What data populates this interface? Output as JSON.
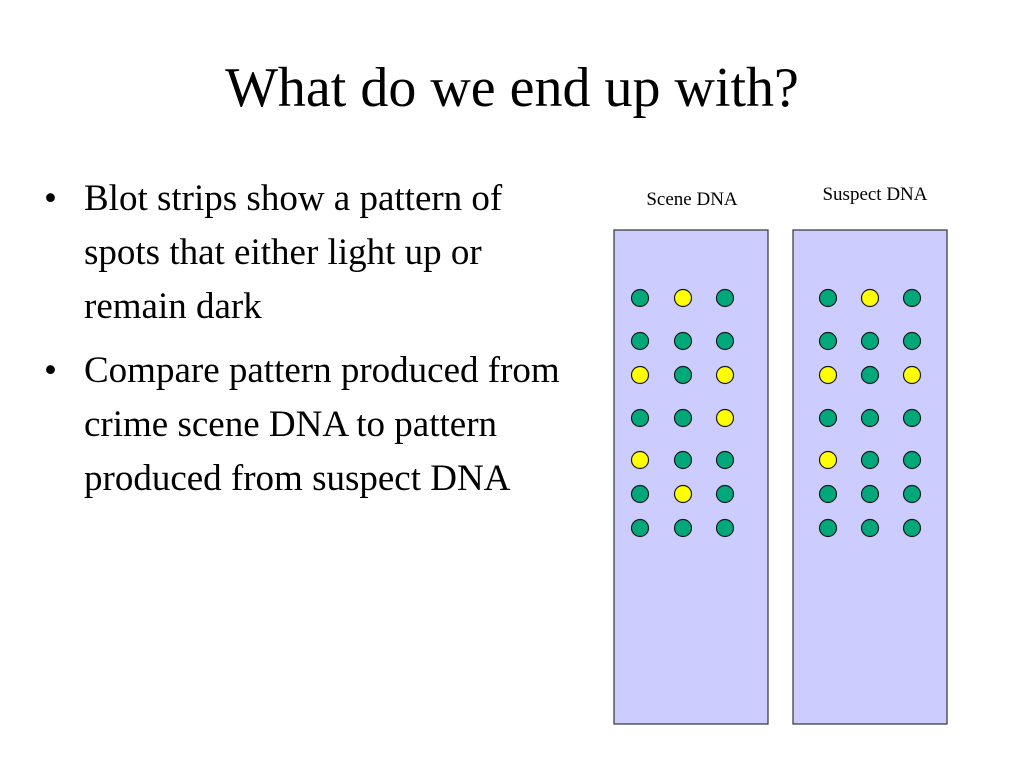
{
  "slide": {
    "title": "What do we end up with?",
    "bullets": [
      "Blot strips show a pattern of spots that either light up or remain dark",
      "Compare pattern produced from crime scene DNA to pattern produced from suspect DNA"
    ],
    "bullet_glyph": "•"
  },
  "colors": {
    "strip_fill": "#ccccff",
    "strip_stroke": "#333333",
    "spot_dark": "#00a87a",
    "spot_lit": "#ffff00",
    "spot_stroke": "#1a1a1a"
  },
  "strips": [
    {
      "label": "Scene DNA",
      "rows": [
        [
          "dark",
          "lit",
          "dark"
        ],
        [
          "dark",
          "dark",
          "dark"
        ],
        [
          "lit",
          "dark",
          "lit"
        ],
        [
          "dark",
          "dark",
          "lit"
        ],
        [
          "lit",
          "dark",
          "dark"
        ],
        [
          "dark",
          "lit",
          "dark"
        ],
        [
          "dark",
          "dark",
          "dark"
        ]
      ]
    },
    {
      "label": "Suspect DNA",
      "rows": [
        [
          "dark",
          "lit",
          "dark"
        ],
        [
          "dark",
          "dark",
          "dark"
        ],
        [
          "lit",
          "dark",
          "lit"
        ],
        [
          "dark",
          "dark",
          "dark"
        ],
        [
          "lit",
          "dark",
          "dark"
        ],
        [
          "dark",
          "dark",
          "dark"
        ],
        [
          "dark",
          "dark",
          "dark"
        ]
      ]
    }
  ]
}
